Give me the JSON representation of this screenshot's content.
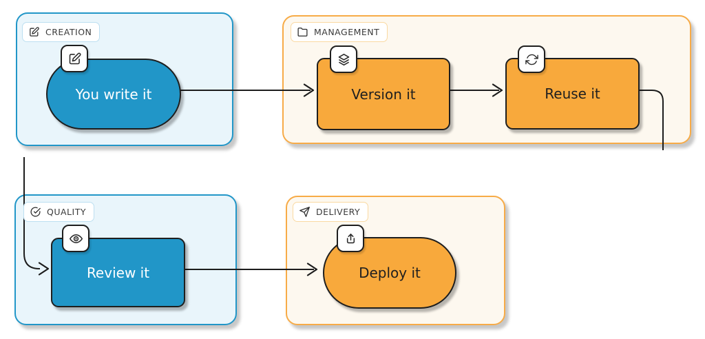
{
  "diagram": {
    "groups": [
      {
        "label": "CREATION",
        "icon": "edit-icon",
        "theme": "blue"
      },
      {
        "label": "MANAGEMENT",
        "icon": "folder-icon",
        "theme": "orange"
      },
      {
        "label": "QUALITY",
        "icon": "check-circle-icon",
        "theme": "blue"
      },
      {
        "label": "DELIVERY",
        "icon": "paper-plane-icon",
        "theme": "orange"
      }
    ],
    "nodes": [
      {
        "label": "You write it",
        "group": "CREATION",
        "icon": "pencil-icon",
        "shape": "stadium",
        "theme": "blue"
      },
      {
        "label": "Version it",
        "group": "MANAGEMENT",
        "icon": "layers-icon",
        "shape": "rectangle",
        "theme": "orange"
      },
      {
        "label": "Reuse it",
        "group": "MANAGEMENT",
        "icon": "refresh-icon",
        "shape": "rectangle",
        "theme": "orange"
      },
      {
        "label": "Review it",
        "group": "QUALITY",
        "icon": "eye-icon",
        "shape": "rectangle",
        "theme": "blue"
      },
      {
        "label": "Deploy it",
        "group": "DELIVERY",
        "icon": "upload-icon",
        "shape": "stadium",
        "theme": "orange"
      }
    ],
    "edges": [
      {
        "from": "You write it",
        "to": "Version it"
      },
      {
        "from": "Version it",
        "to": "Reuse it"
      },
      {
        "from": "Reuse it",
        "to": "Review it"
      },
      {
        "from": "Review it",
        "to": "Deploy it"
      }
    ],
    "colors": {
      "blue_fill": "#2196C8",
      "blue_group_bg": "#E9F5FB",
      "blue_group_border": "#2196C8",
      "blue_badge_border": "#BCDFF1",
      "orange_fill": "#F8A93C",
      "orange_group_bg": "#FDF8EF",
      "orange_group_border": "#F7AB47",
      "orange_badge_border": "#FAD9A1",
      "line": "#1C1C1C",
      "node_text_dark": "#1F1F1F",
      "node_text_light": "#FFFFFF",
      "badge_text": "#3A3A3A"
    }
  }
}
